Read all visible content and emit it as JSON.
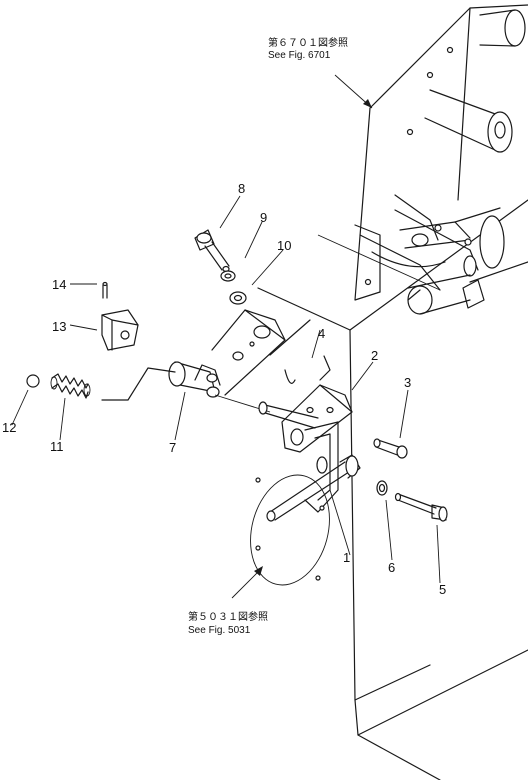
{
  "references": [
    {
      "jp": "第６７０１図参照",
      "en": "See Fig. 6701"
    },
    {
      "jp": "第５０３１図参照",
      "en": "See Fig. 5031"
    }
  ],
  "parts": [
    "1",
    "2",
    "3",
    "4",
    "5",
    "6",
    "7",
    "8",
    "9",
    "10",
    "11",
    "12",
    "13",
    "14"
  ]
}
